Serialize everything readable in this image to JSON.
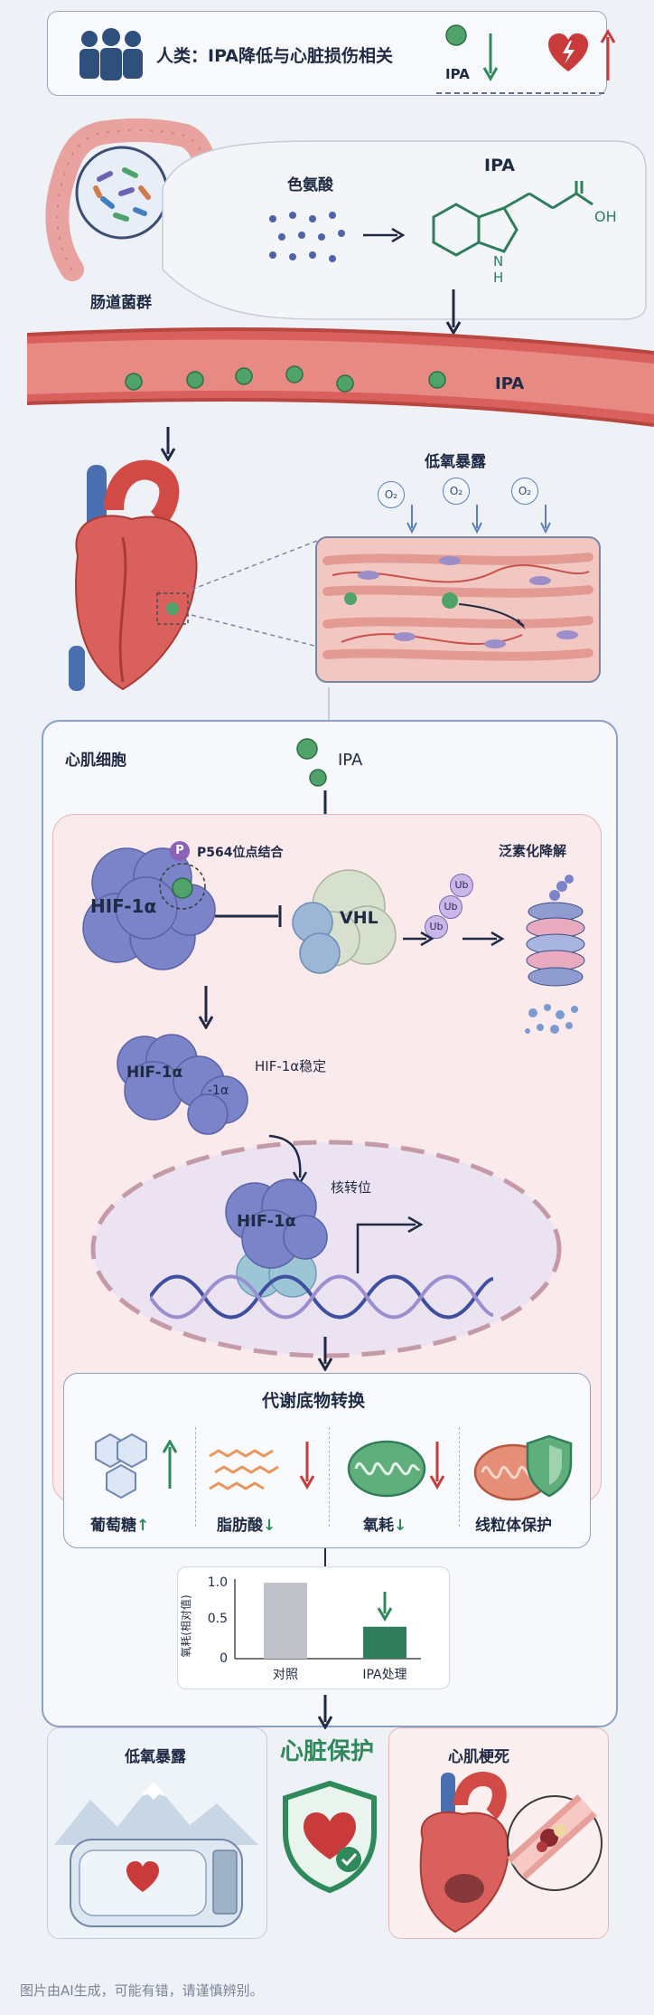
{
  "banner": {
    "title": "人类：IPA降低与心脏损伤相关",
    "ipa_label": "IPA"
  },
  "gut": {
    "label": "肠道菌群",
    "tryptophan_label": "色氨酸",
    "ipa_title": "IPA",
    "oh_label": "OH",
    "nh_label": "H",
    "n_label": "N"
  },
  "vessel": {
    "ipa_label": "IPA"
  },
  "hypoxia": {
    "title": "低氧暴露",
    "o2": [
      "O₂",
      "O₂",
      "O₂"
    ]
  },
  "cell": {
    "title": "心肌细胞",
    "ipa_label": "IPA",
    "p_label": "P",
    "site_label": "P564位点结合",
    "hif_main": "HIF-1α",
    "vhl": "VHL",
    "ub": [
      "Ub",
      "Ub",
      "Ub"
    ],
    "ubiquitin_label": "泛素化降解",
    "hif_stable_a": "HIF-1α",
    "hif_stable_b": "-1α",
    "stable_label": "HIF-1α稳定",
    "nuclear_label": "核转位",
    "hif_nucleus": "HIF-1α"
  },
  "metabolism": {
    "title": "代谢底物转换",
    "items": [
      {
        "label": "葡萄糖",
        "arrow": "↑",
        "trend": "up",
        "icon": "hexagon-icon"
      },
      {
        "label": "脂肪酸",
        "arrow": "↓",
        "trend": "down",
        "icon": "fatty-acid-icon"
      },
      {
        "label": "氧耗",
        "arrow": "↓",
        "trend": "down",
        "icon": "mitochondrion-icon"
      },
      {
        "label": "线粒体保护",
        "arrow": "",
        "trend": "protect",
        "icon": "mitochondrion-shield-icon"
      }
    ]
  },
  "chart_data": {
    "type": "bar",
    "categories": [
      "对照",
      "IPA处理"
    ],
    "values": [
      1.0,
      0.42
    ],
    "ylabel": "氧耗(相对值)",
    "ylim": [
      0,
      1.0
    ],
    "yticks": [
      "1.0",
      "0.5",
      "0"
    ],
    "colors": [
      "#bfc3c9",
      "#2f7d5b"
    ]
  },
  "protection": {
    "title": "心脏保护",
    "left_title": "低氧暴露",
    "right_title": "心肌梗死"
  },
  "footer": {
    "note": "图片由AI生成，可能有错，请谨慎辨别。"
  },
  "colors": {
    "accent_green": "#2f8a5b",
    "accent_red": "#c93a3a",
    "navy": "#1f2a44"
  }
}
